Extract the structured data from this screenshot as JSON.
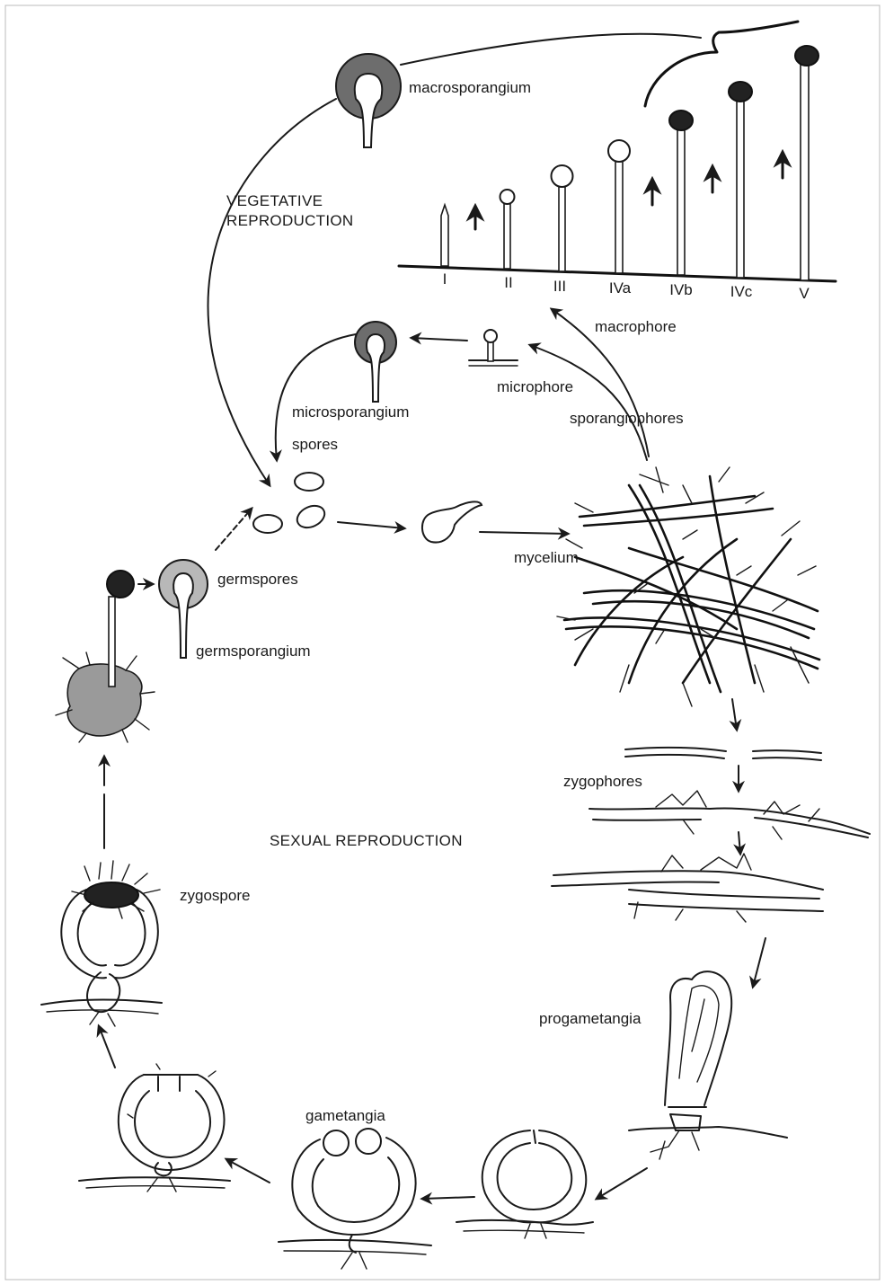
{
  "labels": {
    "macrosporangium": "macrosporangium",
    "vegetative_reproduction_line1": "VEGETATIVE",
    "vegetative_reproduction_line2": "REPRODUCTION",
    "macrophore": "macrophore",
    "microphore": "microphore",
    "microsporangium": "microsporangium",
    "sporangiophores": "sporangiophores",
    "spores": "spores",
    "mycelium": "mycelium",
    "germspores": "germspores",
    "germsporangium": "germsporangium",
    "zygophores": "zygophores",
    "sexual_reproduction": "SEXUAL REPRODUCTION",
    "zygospore": "zygospore",
    "progametangia": "progametangia",
    "gametangia": "gametangia"
  },
  "stages": [
    "I",
    "II",
    "III",
    "IVa",
    "IVb",
    "IVc",
    "V"
  ],
  "colors": {
    "ink": "#1a1a1a",
    "sporangium_gray": "#6d6d6d",
    "background": "#ffffff"
  }
}
